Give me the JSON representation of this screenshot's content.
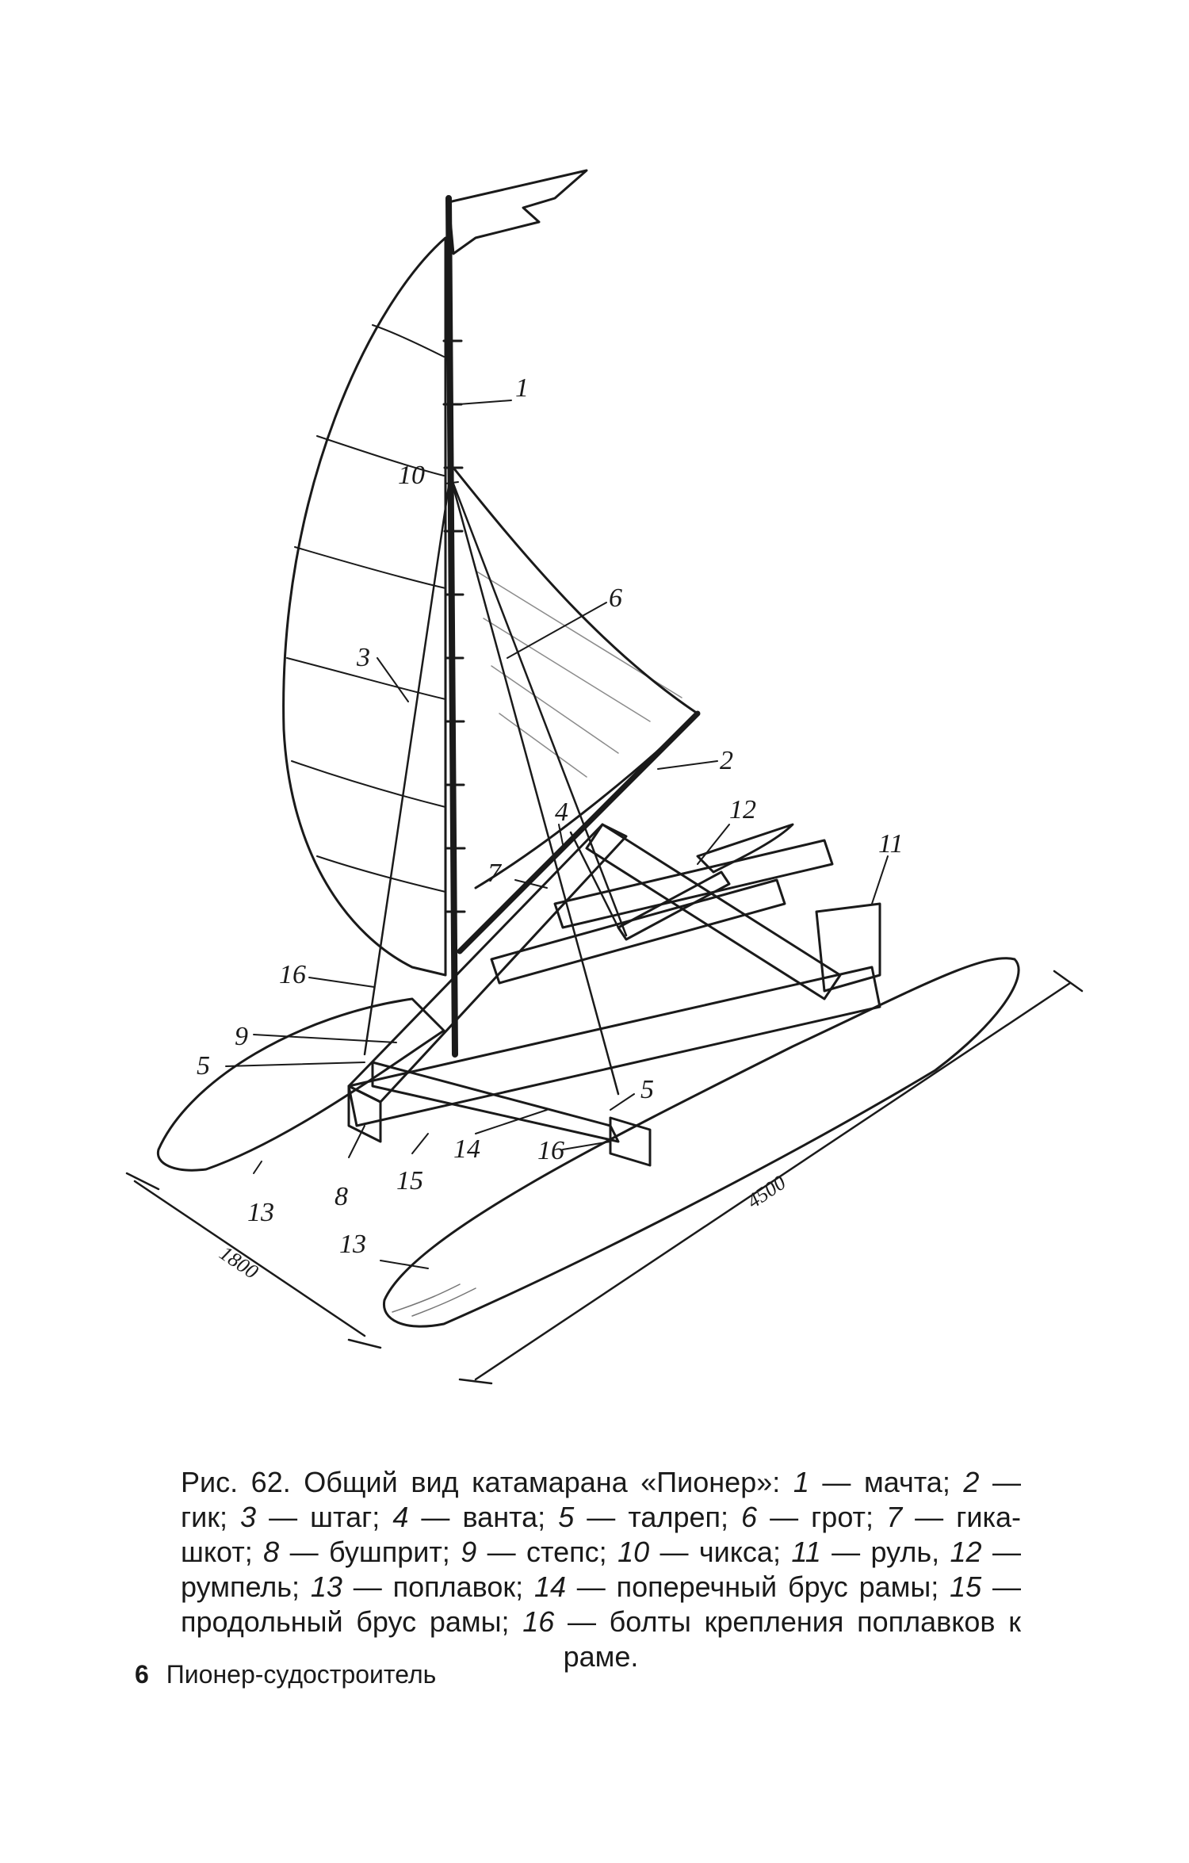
{
  "figure": {
    "callouts": [
      {
        "id": "c1",
        "text": "1"
      },
      {
        "id": "c2",
        "text": "2"
      },
      {
        "id": "c3",
        "text": "3"
      },
      {
        "id": "c4",
        "text": "4"
      },
      {
        "id": "c5a",
        "text": "5"
      },
      {
        "id": "c5b",
        "text": "5"
      },
      {
        "id": "c6",
        "text": "6"
      },
      {
        "id": "c7",
        "text": "7"
      },
      {
        "id": "c8",
        "text": "8"
      },
      {
        "id": "c9",
        "text": "9"
      },
      {
        "id": "c10",
        "text": "10"
      },
      {
        "id": "c11",
        "text": "11"
      },
      {
        "id": "c12",
        "text": "12"
      },
      {
        "id": "c13a",
        "text": "13"
      },
      {
        "id": "c13b",
        "text": "13"
      },
      {
        "id": "c14",
        "text": "14"
      },
      {
        "id": "c15",
        "text": "15"
      },
      {
        "id": "c16a",
        "text": "16"
      },
      {
        "id": "c16b",
        "text": "16"
      }
    ],
    "dimensions": {
      "length": "4500",
      "width": "1800"
    }
  },
  "caption": {
    "lead": "Рис. 62. Общий вид катамарана «Пионер»: ",
    "items": [
      {
        "num": "1",
        "text": " — мачта; "
      },
      {
        "num": "2",
        "text": " — гик; "
      },
      {
        "num": "3",
        "text": " — штаг; "
      },
      {
        "num": "4",
        "text": " — ванта; "
      },
      {
        "num": "5",
        "text": " — талреп; "
      },
      {
        "num": "6",
        "text": " — грот; "
      },
      {
        "num": "7",
        "text": " — гика-шкот; "
      },
      {
        "num": "8",
        "text": " — бушприт; "
      },
      {
        "num": "9",
        "text": " — степс; "
      },
      {
        "num": "10",
        "text": " — чикса; "
      },
      {
        "num": "11",
        "text": " — руль, "
      },
      {
        "num": "12",
        "text": " — румпель; "
      },
      {
        "num": "13",
        "text": " — поплавок; "
      },
      {
        "num": "14",
        "text": " — поперечный брус рамы; "
      },
      {
        "num": "15",
        "text": " — продольный брус рамы; "
      },
      {
        "num": "16",
        "text": " — болты крепления поплавков к раме."
      }
    ]
  },
  "footer": {
    "page_number": "6",
    "running_title": "Пионер-судостроитель"
  }
}
